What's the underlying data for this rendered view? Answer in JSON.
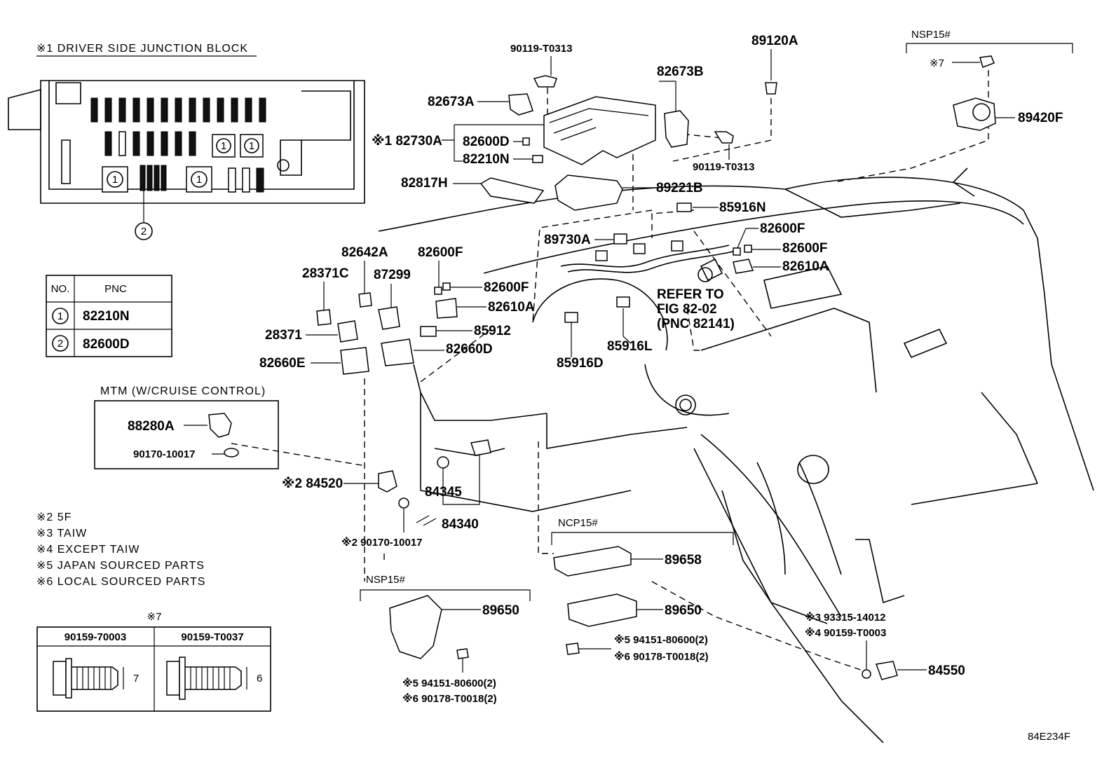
{
  "junction_block": {
    "title": "※1 DRIVER SIDE JUNCTION BLOCK",
    "circle_1": "1",
    "circle_2": "2"
  },
  "pnc_table": {
    "header_no": "NO.",
    "header_pnc": "PNC",
    "rows": [
      {
        "no": "1",
        "pnc": "82210N"
      },
      {
        "no": "2",
        "pnc": "82600D"
      }
    ]
  },
  "mtm_box": {
    "title": "MTM (W/CRUISE CONTROL)",
    "part_a": "88280A",
    "part_b": "90170-10017"
  },
  "notes": [
    "※2 5F",
    "※3 TAIW",
    "※4 EXCEPT TAIW",
    "※5 JAPAN SOURCED PARTS",
    "※6 LOCAL SOURCED PARTS"
  ],
  "bolt_table": {
    "title": "※7",
    "col1": "90159-70003",
    "col2": "90159-T0037",
    "dim1": "7",
    "dim2": "6"
  },
  "groups": {
    "nsp15_top": "NSP15#",
    "nsp15_bottom": "NSP15#",
    "ncp15": "NCP15#"
  },
  "refer": {
    "line1": "REFER TO",
    "line2": "FIG 82-02",
    "line3": "(PNC 82141)"
  },
  "labels": {
    "p90119_top": "90119-T0313",
    "p82673A": "82673A",
    "p82730A": "※1 82730A",
    "p82600D": "82600D",
    "p82210N": "82210N",
    "p82817H": "82817H",
    "p82673B": "82673B",
    "p90119_right": "90119-T0313",
    "p89221B": "89221B",
    "p89120A": "89120A",
    "p7": "※7",
    "p89420F": "89420F",
    "p85916N": "85916N",
    "p89730A": "89730A",
    "p82600F_r1": "82600F",
    "p82600F_r2": "82600F",
    "p82610A_r": "82610A",
    "p82642A": "82642A",
    "p82600F_m": "82600F",
    "p28371C": "28371C",
    "p87299": "87299",
    "p82600F_m2": "82600F",
    "p82610A_m": "82610A",
    "p28371": "28371",
    "p85912": "85912",
    "p82660E": "82660E",
    "p82660D": "82660D",
    "p85916D": "85916D",
    "p85916L": "85916L",
    "p84520": "※2 84520",
    "p84345": "84345",
    "p84340": "84340",
    "p90170_b": "※2 90170-10017",
    "p89658": "89658",
    "p89650_ncp": "89650",
    "p94151_ncp": "※5 94151-80600(2)",
    "p90178_ncp": "※6 90178-T0018(2)",
    "p89650_nsp": "89650",
    "p94151_nsp": "※5 94151-80600(2)",
    "p90178_nsp": "※6 90178-T0018(2)",
    "p93315": "※3 93315-14012",
    "p90159": "※4 90159-T0003",
    "p84550": "84550"
  },
  "figure_code": "84E234F"
}
